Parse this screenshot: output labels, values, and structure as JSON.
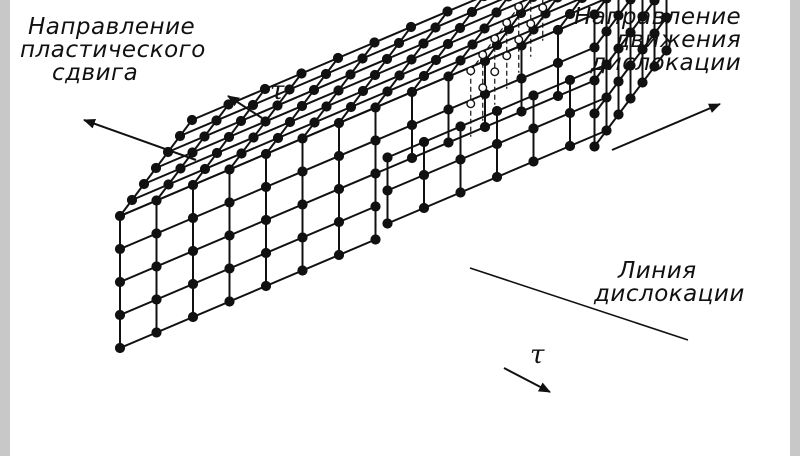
{
  "labels": {
    "plastic_shear": [
      "Направление",
      "пластического",
      "сдвига"
    ],
    "dislocation_motion": [
      "Направление",
      "движения",
      "дислокации"
    ],
    "dislocation_line": [
      "Линия",
      "дислокации"
    ],
    "tau": "τ"
  },
  "colors": {
    "background": "#ffffff",
    "ink": "#111111",
    "frame_edge": "#c8c8c8"
  },
  "icons": [
    "shear-arrow-icon",
    "motion-arrow-icon",
    "stress-arrow-icon"
  ]
}
